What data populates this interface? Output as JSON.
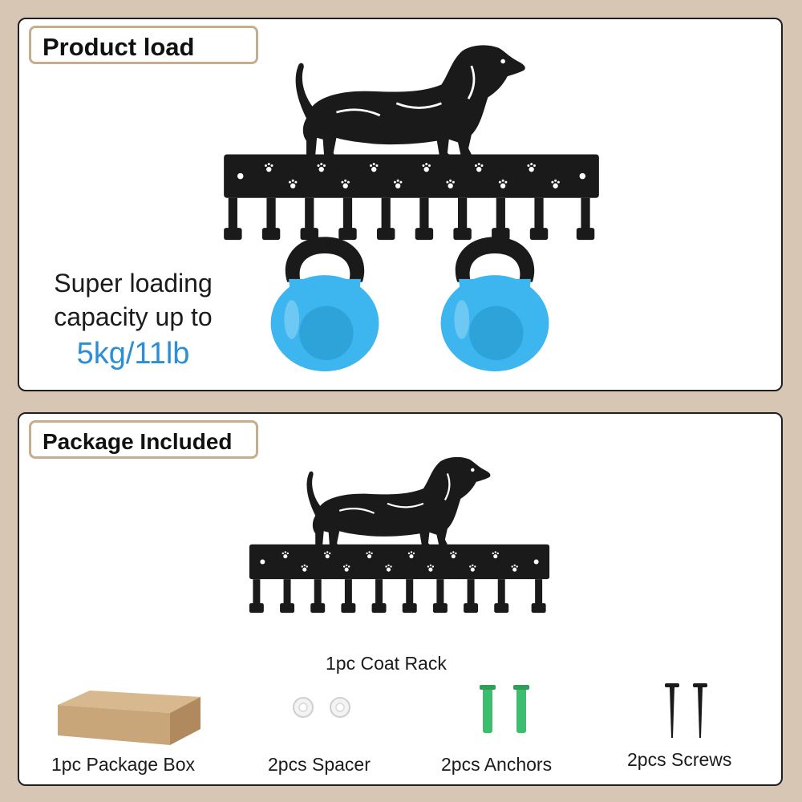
{
  "product_load": {
    "title": "Product load",
    "line1": "Super loading",
    "line2": "capacity up to",
    "value": "5kg/11lb"
  },
  "package": {
    "title": "Package Included",
    "rack": "1pc Coat Rack",
    "box": "1pc Package Box",
    "spacer": "2pcs Spacer",
    "anchors": "2pcs Anchors",
    "screws": "2pcs Screws"
  },
  "colors": {
    "background": "#d7c6b4",
    "tag_border": "#c7ad8e",
    "accent_blue": "#2a8fd6",
    "kettlebell": "#3db5ef",
    "metal": "#1a1a1a",
    "anchor_green": "#3dbd6e",
    "box_brown": "#c9a57a"
  }
}
